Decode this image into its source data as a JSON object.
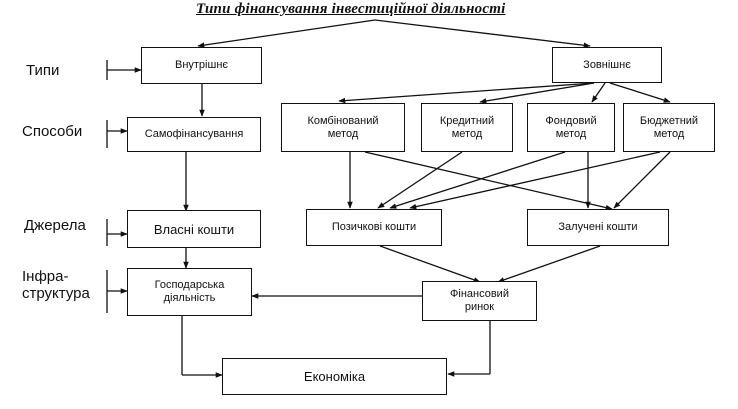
{
  "title": "Типи фінансування інвестиційної діяльності",
  "row_labels": {
    "types": "Типи",
    "methods": "Способи",
    "sources": "Джерела",
    "infrastructure": "Інфра-\nструктура"
  },
  "nodes": {
    "internal": "Внутрішнє",
    "external": "Зовнішнє",
    "self_financing": "Самофінансування",
    "combined": "Комбінований\nметод",
    "credit": "Кредитний\nметод",
    "stock": "Фондовий\nметод",
    "budget": "Бюджетний\nметод",
    "own_funds": "Власні кошти",
    "borrowed_funds": "Позичкові кошти",
    "attracted_funds": "Залучені кошти",
    "economic_activity": "Господарська\nдіяльність",
    "financial_market": "Фінансовий\nринок",
    "economy": "Економіка"
  }
}
